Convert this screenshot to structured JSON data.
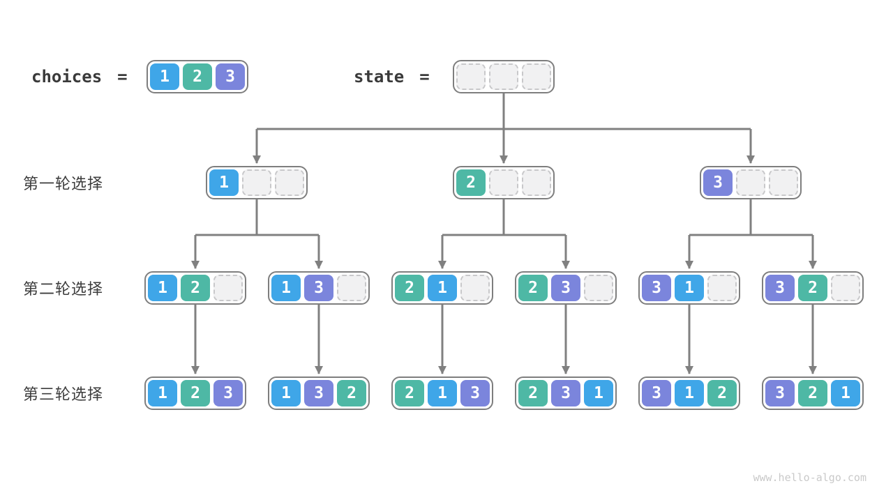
{
  "header": {
    "choices_label": "choices",
    "state_label": "state",
    "equals": "=",
    "choices_values": [
      "1",
      "2",
      "3"
    ],
    "state_values": [
      "",
      "",
      ""
    ]
  },
  "rows": [
    {
      "label": "第一轮选择",
      "nodes": [
        [
          "1",
          "",
          ""
        ],
        [
          "2",
          "",
          ""
        ],
        [
          "3",
          "",
          ""
        ]
      ]
    },
    {
      "label": "第二轮选择",
      "nodes": [
        [
          "1",
          "2",
          ""
        ],
        [
          "1",
          "3",
          ""
        ],
        [
          "2",
          "1",
          ""
        ],
        [
          "2",
          "3",
          ""
        ],
        [
          "3",
          "1",
          ""
        ],
        [
          "3",
          "2",
          ""
        ]
      ]
    },
    {
      "label": "第三轮选择",
      "nodes": [
        [
          "1",
          "2",
          "3"
        ],
        [
          "1",
          "3",
          "2"
        ],
        [
          "2",
          "1",
          "3"
        ],
        [
          "2",
          "3",
          "1"
        ],
        [
          "3",
          "1",
          "2"
        ],
        [
          "3",
          "2",
          "1"
        ]
      ]
    }
  ],
  "watermark": "www.hello-algo.com",
  "colors": {
    "cell_colors": {
      "1": "#3FA6E8",
      "2": "#4EB8A5",
      "3": "#7B85DC"
    },
    "cell_text": "#FFFFFF",
    "empty_fill": "#F1F1F2",
    "empty_border": "#C8C8CA",
    "node_border": "#7E7E7E",
    "arrow": "#808080",
    "label_text": "#3C3C3C",
    "watermark_text": "#C9C9C9"
  }
}
